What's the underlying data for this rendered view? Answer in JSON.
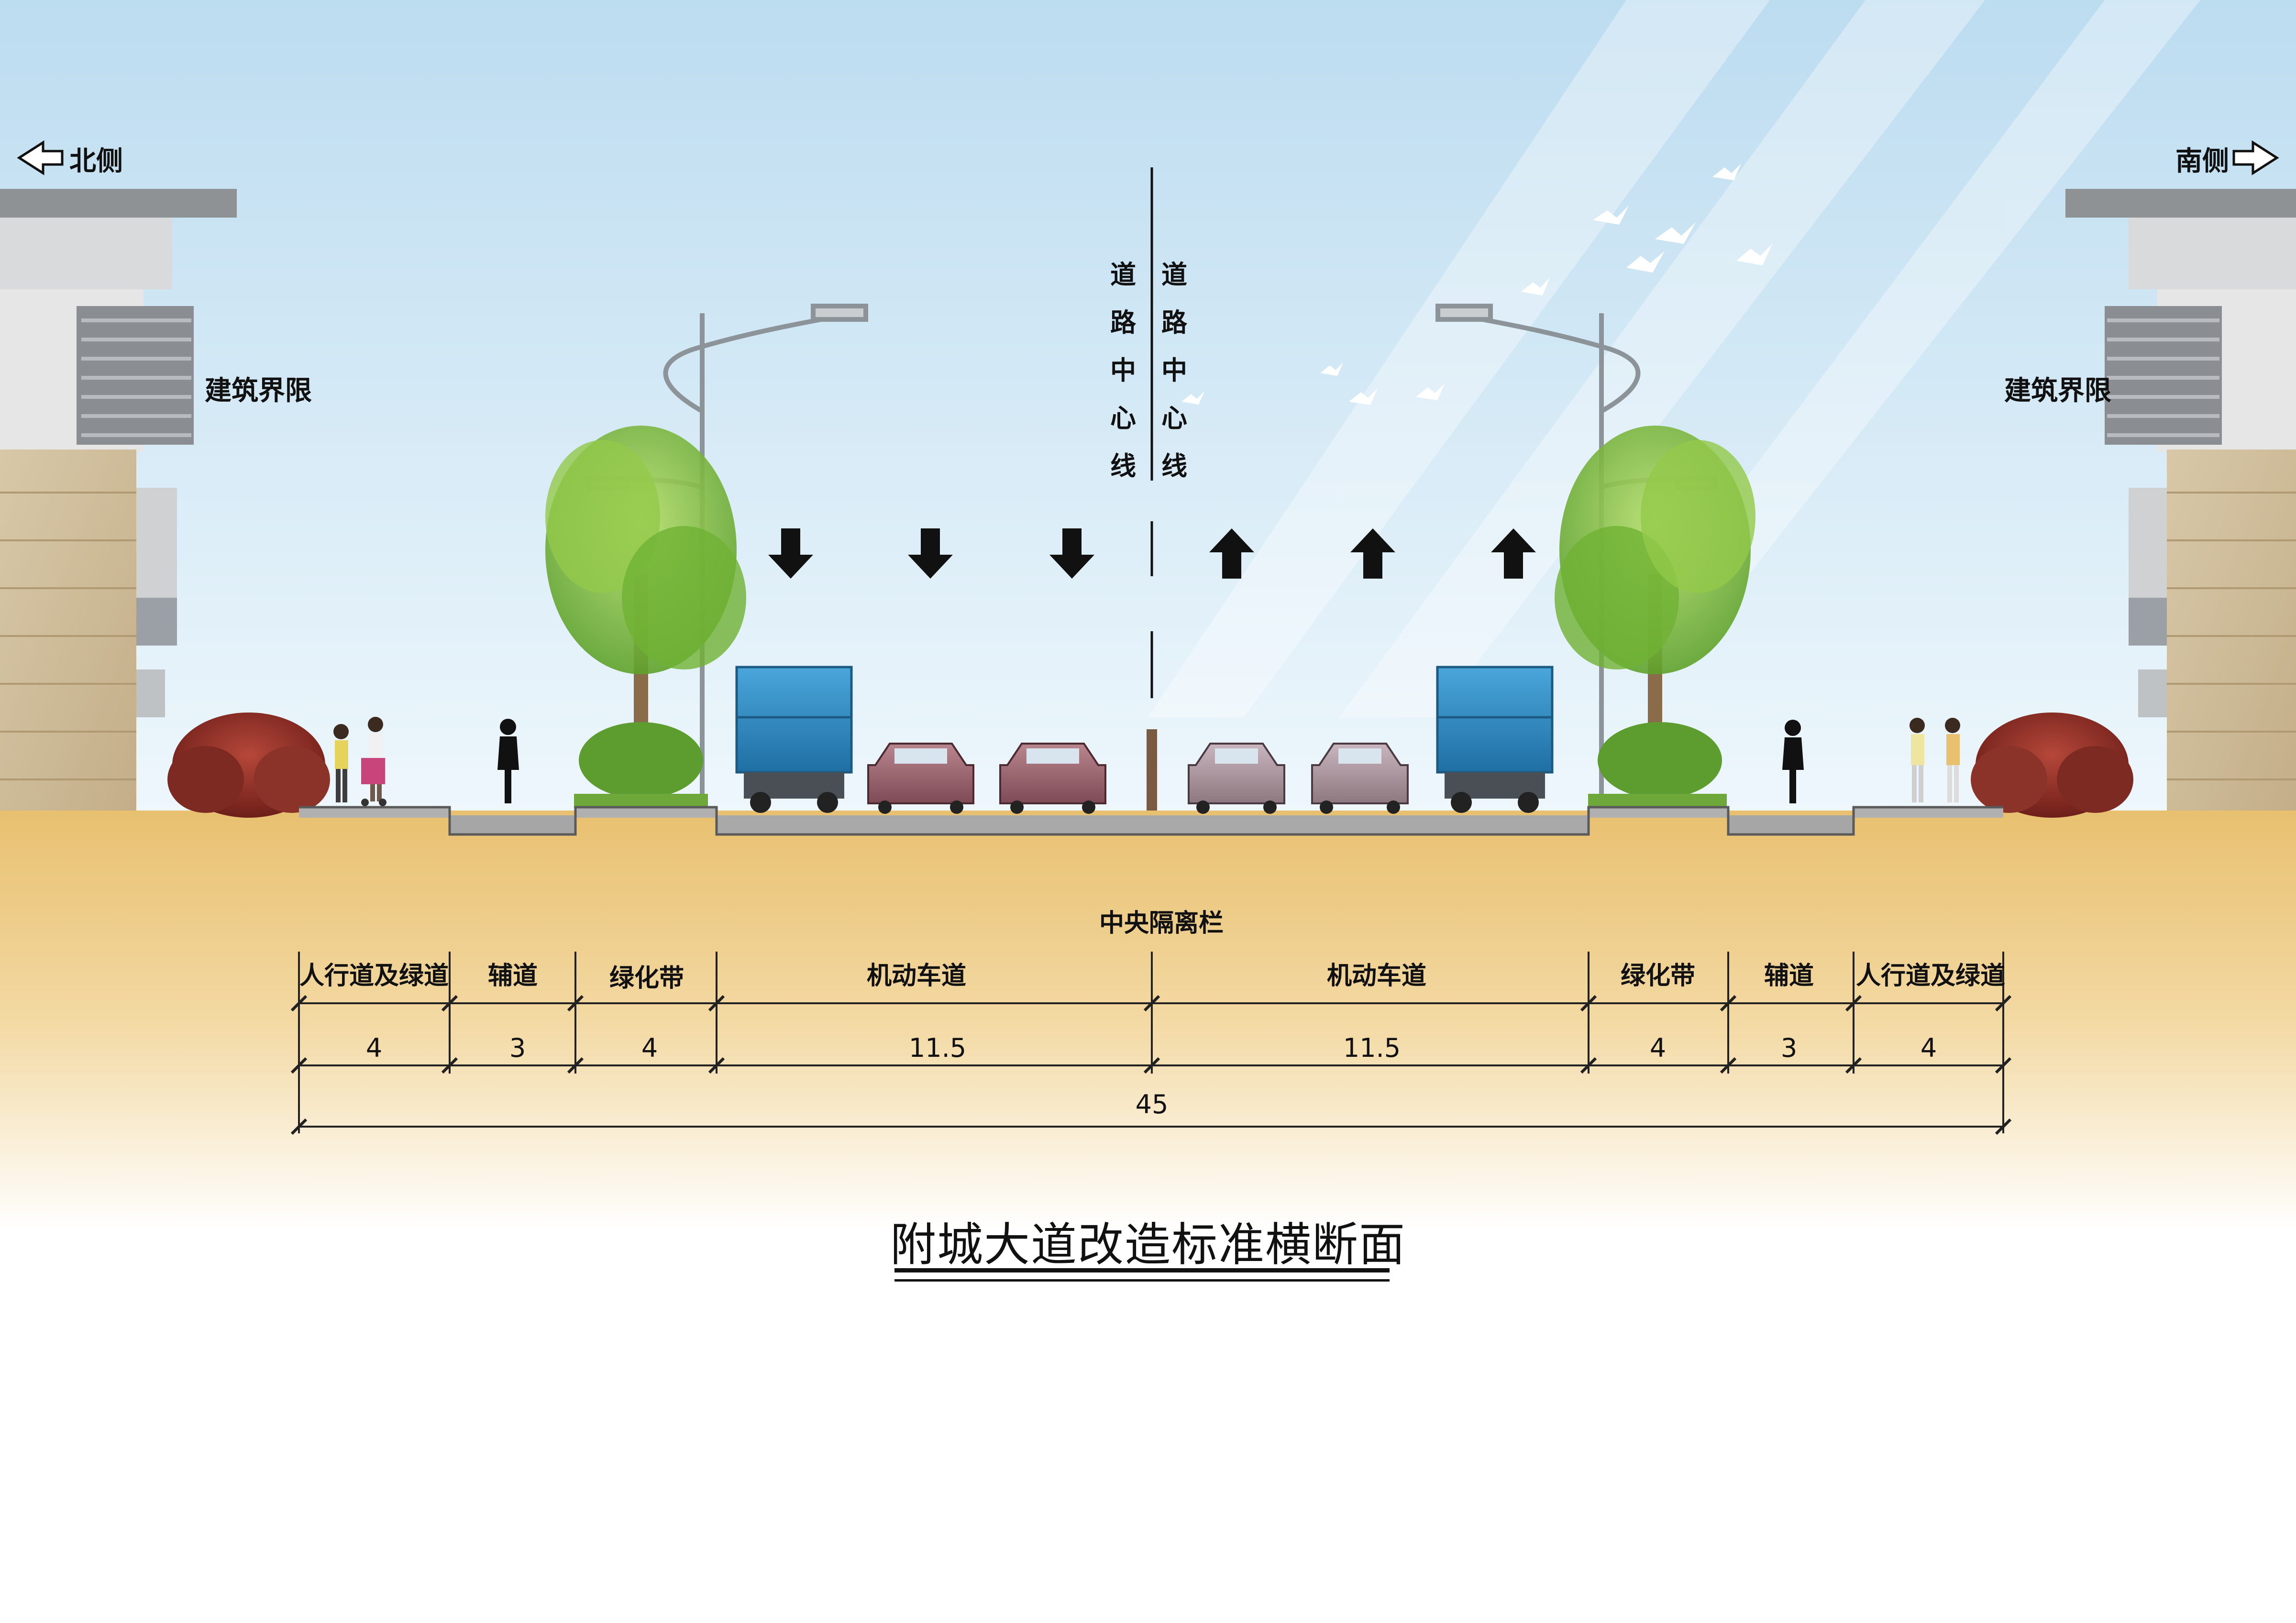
{
  "direction": {
    "north": "北侧",
    "south": "南侧",
    "north_arrow_icon": "left-arrow-icon",
    "south_arrow_icon": "right-arrow-icon"
  },
  "building_limit": {
    "left": "建筑界限",
    "right": "建筑界限"
  },
  "centerline": {
    "left_label": "道路中心线",
    "right_label": "道路中心线"
  },
  "median_label": "中央隔离栏",
  "segments": [
    {
      "label": "人行道及绿道",
      "width": "4"
    },
    {
      "label": "辅道",
      "width": "3"
    },
    {
      "label": "绿化带",
      "width": "4"
    },
    {
      "label": "机动车道",
      "width": "11.5"
    },
    {
      "label": "机动车道",
      "width": "11.5"
    },
    {
      "label": "绿化带",
      "width": "4"
    },
    {
      "label": "辅道",
      "width": "3"
    },
    {
      "label": "人行道及绿道",
      "width": "4"
    }
  ],
  "total_width": "45",
  "title": "附城大道改造标准横断面",
  "traffic": {
    "westbound_arrow_icon": "down-arrow-icon",
    "eastbound_arrow_icon": "up-arrow-icon"
  },
  "colors": {
    "sky_top": "#b9d9ee",
    "sky_bottom": "#eef6fb",
    "ground": "#ecc77e",
    "road": "#a9a9a9",
    "foliage": "#7dbb3a",
    "truck": "#2f8fc6",
    "hedge": "#8b2a22"
  }
}
